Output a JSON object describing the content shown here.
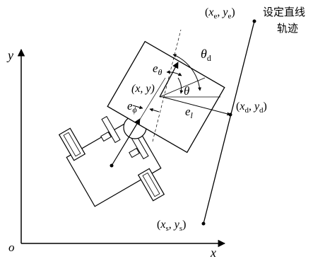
{
  "diagram": {
    "axes": {
      "x_label": "x",
      "y_label": "y",
      "origin_label": "o"
    },
    "labels": {
      "end_point": {
        "open": "(",
        "x": "x",
        "x_sub": "e",
        "sep": ", ",
        "y": "y",
        "y_sub": "e",
        "close": ")"
      },
      "start_point": {
        "open": "(",
        "x": "x",
        "x_sub": "s",
        "sep": ", ",
        "y": "y",
        "y_sub": "s",
        "close": ")"
      },
      "desired_point": {
        "open": "(",
        "x": "x",
        "x_sub": "d",
        "sep": ", ",
        "y": "y",
        "y_sub": "d",
        "close": ")"
      },
      "robot_point": "(x, y)",
      "theta_d": {
        "main": "θ",
        "sub": "d"
      },
      "theta": "θ",
      "e_theta": {
        "main": "e",
        "sub": "θ"
      },
      "e_phi": {
        "main": "e",
        "sub": "ϕ"
      },
      "e_l": {
        "main": "e",
        "sub": "l"
      },
      "trajectory_line1": "设定直线",
      "trajectory_line2": "轨迹"
    }
  }
}
